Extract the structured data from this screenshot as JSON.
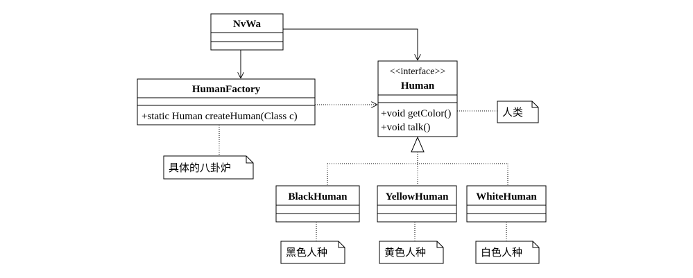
{
  "classes": {
    "nvwa": {
      "name": "NvWa",
      "methods": []
    },
    "human_factory": {
      "name": "HumanFactory",
      "methods": [
        "+static Human createHuman(Class c)"
      ]
    },
    "human": {
      "stereotype": "<<interface>>",
      "name": "Human",
      "methods": [
        "+void getColor()",
        "+void talk()"
      ]
    },
    "black_human": {
      "name": "BlackHuman",
      "methods": []
    },
    "yellow_human": {
      "name": "YellowHuman",
      "methods": []
    },
    "white_human": {
      "name": "WhiteHuman",
      "methods": []
    }
  },
  "notes": {
    "factory_note": "具体的八卦炉",
    "human_note": "人类",
    "black_note": "黑色人种",
    "yellow_note": "黄色人种",
    "white_note": "白色人种"
  },
  "colors": {
    "stroke": "#000000",
    "background": "#ffffff"
  }
}
